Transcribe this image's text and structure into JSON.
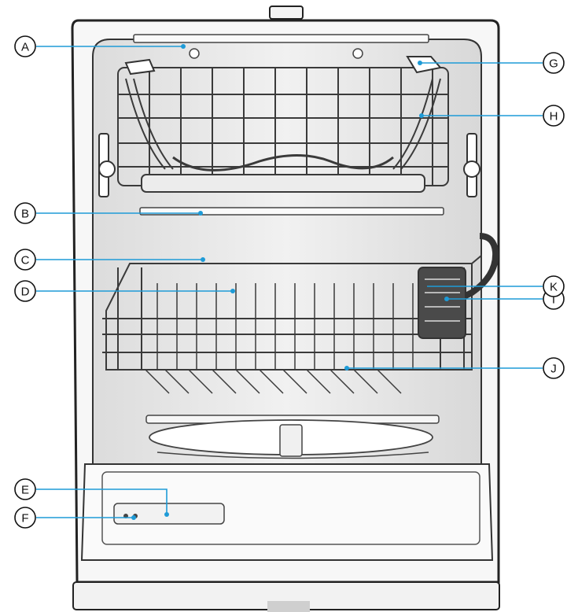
{
  "diagram": {
    "accent_color": "#1e9bd7",
    "callouts": [
      {
        "id": "a",
        "label": "A"
      },
      {
        "id": "b",
        "label": "B"
      },
      {
        "id": "c",
        "label": "C"
      },
      {
        "id": "d",
        "label": "D"
      },
      {
        "id": "e",
        "label": "E"
      },
      {
        "id": "f",
        "label": "F"
      },
      {
        "id": "g",
        "label": "G"
      },
      {
        "id": "h",
        "label": "H"
      },
      {
        "id": "i",
        "label": "I"
      },
      {
        "id": "j",
        "label": "J"
      },
      {
        "id": "k",
        "label": "K"
      }
    ]
  }
}
